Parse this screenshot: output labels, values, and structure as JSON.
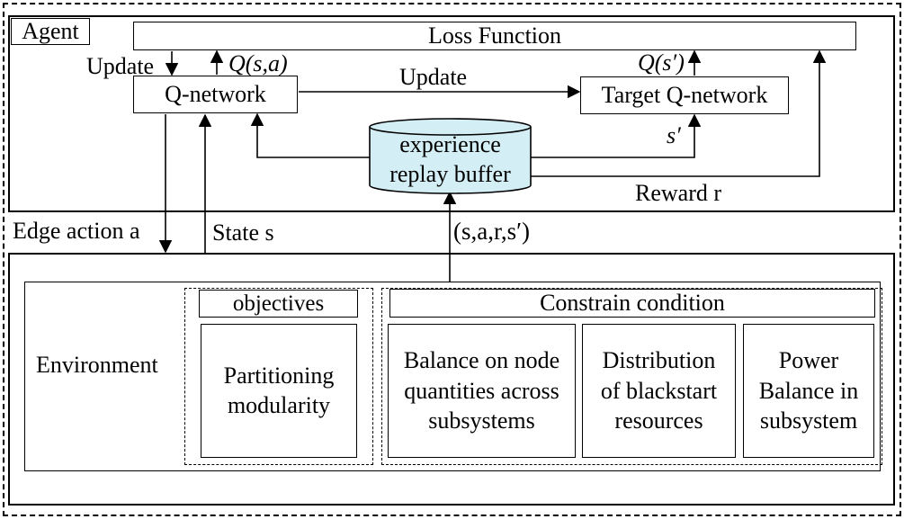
{
  "agent": {
    "label": "Agent",
    "loss_function": "Loss Function",
    "q_network": "Q-network",
    "target_q_network": "Target Q-network",
    "buffer_line1": "experience",
    "buffer_line2": "replay buffer",
    "update_left": "Update",
    "update_mid": "Update",
    "q_sa": "Q(s,a)",
    "q_s_prime": "Q(s′)",
    "s_prime": "s′",
    "reward": "Reward r"
  },
  "interface": {
    "edge_action": "Edge action a",
    "state": "State s",
    "transition": "(s,a,r,s′)"
  },
  "environment": {
    "label": "Environment",
    "objectives_title": "objectives",
    "objective_item": [
      "Partitioning",
      "modularity"
    ],
    "constraints_title": "Constrain condition",
    "constraints": [
      [
        "Balance on node",
        "quantities across",
        "subsystems"
      ],
      [
        "Distribution",
        "of blackstart",
        "resources"
      ],
      [
        "Power",
        "Balance in",
        "subsystem"
      ]
    ]
  },
  "colors": {
    "buffer_fill": "#d4eef5",
    "line": "#000000"
  }
}
